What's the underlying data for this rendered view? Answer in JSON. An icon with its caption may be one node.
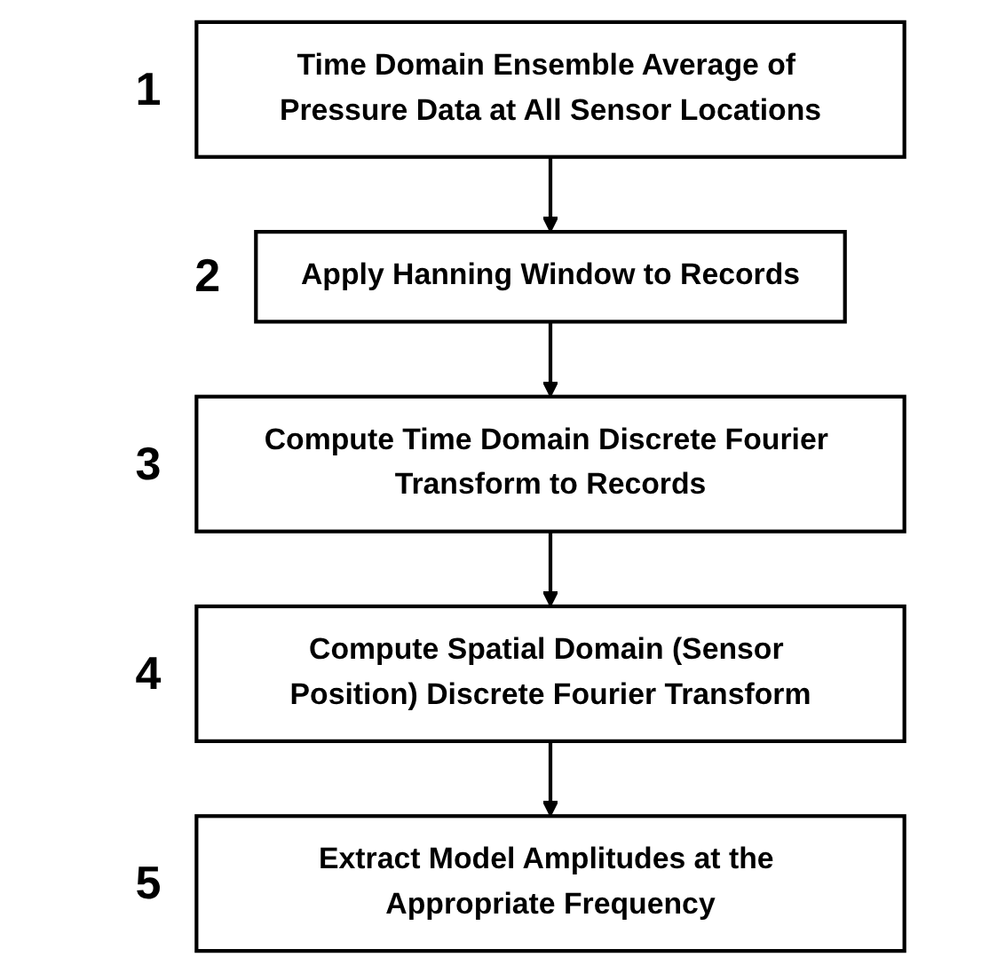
{
  "diagram": {
    "nodes": [
      {
        "text": [
          "Time Domain Ensemble Average of Pressure Data at All Sensor Locations"
        ],
        "beside": [
          "1"
        ]
      },
      {
        "text": [
          "Apply Hanning Window to Records"
        ],
        "beside": [
          "2"
        ]
      },
      {
        "text": [
          "Compute Time Domain Discrete Fourier Transform to Records"
        ],
        "beside": [
          "3"
        ]
      },
      {
        "text": [
          "Compute Spatial Domain (Sensor Position) Discrete Fourier Transform"
        ],
        "beside": [
          "4"
        ]
      },
      {
        "text": [
          "Extract Model Amplitudes at the Appropriate Frequency"
        ],
        "beside": [
          "5"
        ]
      }
    ],
    "edges": [
      {
        "from": 0,
        "to": 1,
        "arrow": "to"
      },
      {
        "from": 1,
        "to": 2,
        "arrow": "to"
      },
      {
        "from": 2,
        "to": 3,
        "arrow": "to"
      },
      {
        "from": 3,
        "to": 4,
        "arrow": "to"
      }
    ]
  }
}
